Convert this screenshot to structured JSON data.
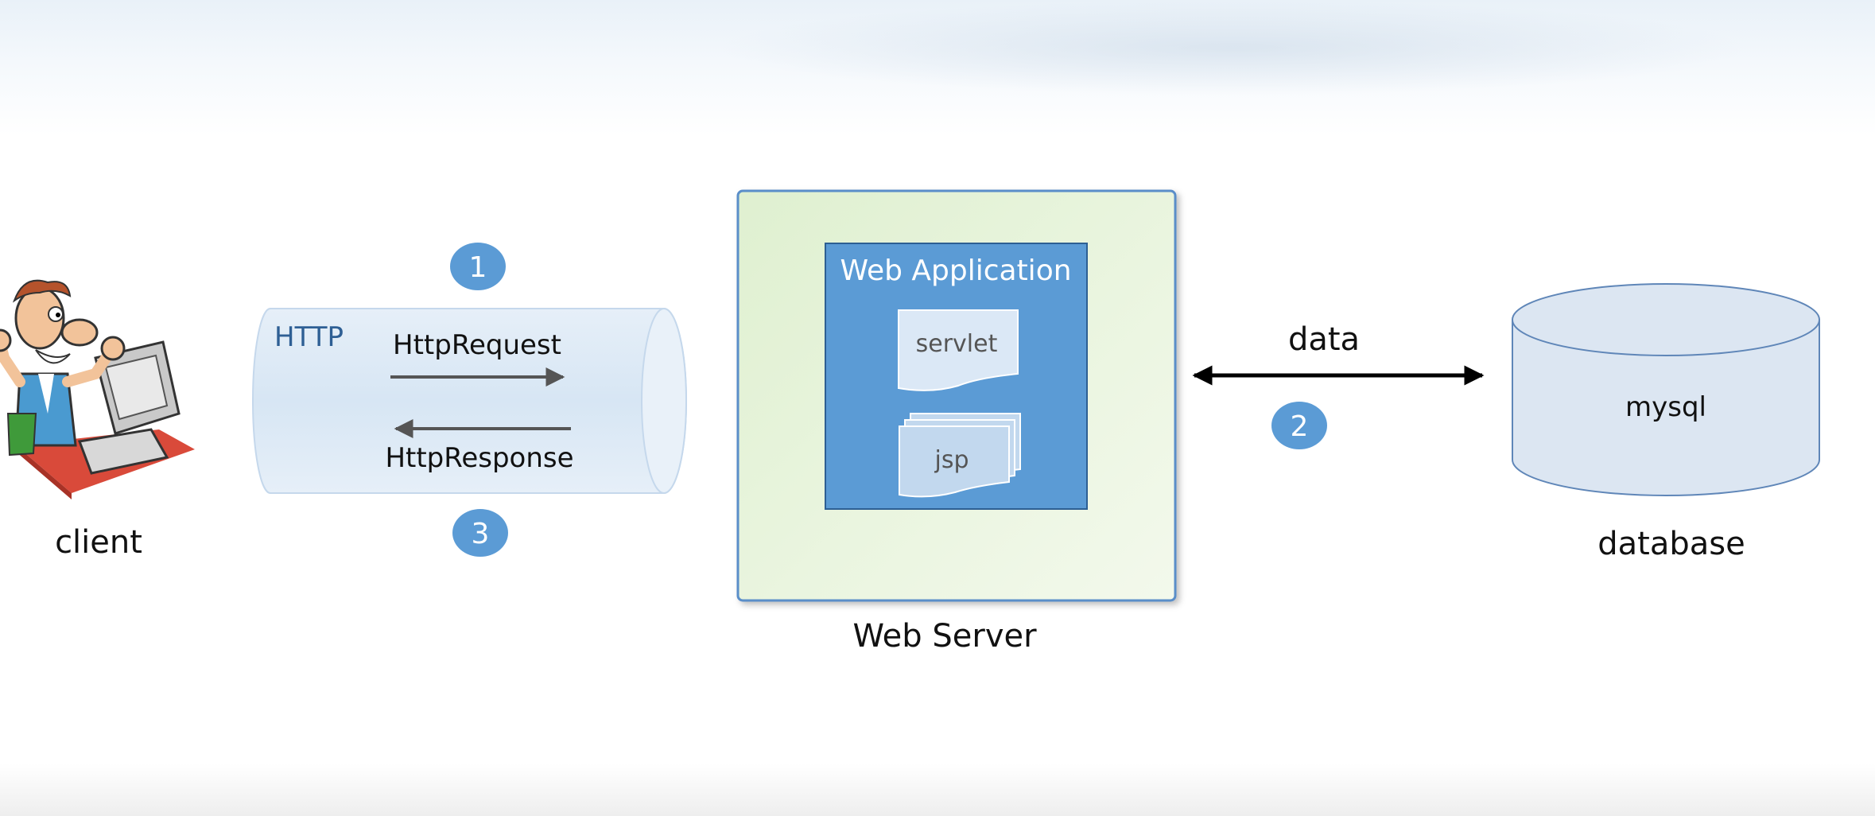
{
  "client": {
    "label": "client"
  },
  "http": {
    "label": "HTTP",
    "request_label": "HttpRequest",
    "response_label": "HttpResponse",
    "request_step": "1",
    "response_step": "3"
  },
  "web_server": {
    "label": "Web Server",
    "app_title": "Web Application",
    "servlet_label": "servlet",
    "jsp_label": "jsp"
  },
  "link": {
    "label": "data",
    "step": "2"
  },
  "database": {
    "label": "database",
    "name": "mysql"
  },
  "colors": {
    "badge": "#5b9bd5",
    "pipe_fill": "#deeaf6",
    "app_box": "#5b9bd5",
    "server_bg": "#eaf5e0",
    "db_fill": "#dce6f2",
    "db_stroke": "#5f86b8",
    "http_text": "#2e5f94"
  }
}
